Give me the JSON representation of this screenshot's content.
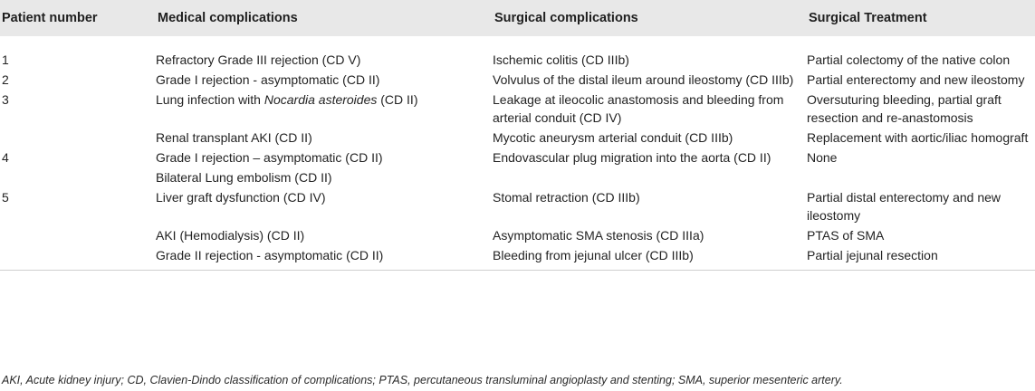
{
  "headers": {
    "patient": "Patient number",
    "medical": "Medical complications",
    "surgical": "Surgical complications",
    "treatment": "Surgical Treatment"
  },
  "rows": [
    {
      "patient": "1",
      "medical": "Refractory Grade III rejection (CD V)",
      "surgical": "Ischemic colitis (CD IIIb)",
      "treatment": "Partial colectomy of the native colon"
    },
    {
      "patient": "2",
      "medical": "Grade I rejection - asymptomatic (CD II)",
      "surgical": "Volvulus of the distal ileum around ileostomy (CD IIIb)",
      "treatment": "Partial enterectomy and new ileostomy"
    },
    {
      "patient": "3",
      "medical_pre": "Lung infection with ",
      "medical_italic": "Nocardia asteroides",
      "medical_post": " (CD II)",
      "surgical": "Leakage at ileocolic anastomosis and bleeding from arterial conduit (CD IV)",
      "treatment": "Oversuturing bleeding, partial graft resection and re-anastomosis"
    },
    {
      "patient": "",
      "medical": "Renal transplant AKI (CD II)",
      "surgical": "Mycotic aneurysm arterial conduit (CD IIIb)",
      "treatment": "Replacement with aortic/iliac homograft"
    },
    {
      "patient": "4",
      "medical": "Grade I rejection – asymptomatic (CD II)",
      "surgical": "Endovascular plug migration into the aorta (CD II)",
      "treatment": "None"
    },
    {
      "patient": "",
      "medical": "Bilateral Lung embolism (CD II)",
      "surgical": "",
      "treatment": ""
    },
    {
      "patient": "5",
      "medical": "Liver graft dysfunction (CD IV)",
      "surgical": "Stomal retraction (CD IIIb)",
      "treatment": "Partial distal enterectomy and new ileostomy"
    },
    {
      "patient": "",
      "medical": "AKI (Hemodialysis) (CD II)",
      "surgical": "Asymptomatic SMA stenosis (CD IIIa)",
      "treatment": "PTAS of SMA"
    },
    {
      "patient": "",
      "medical": "Grade II rejection - asymptomatic (CD II)",
      "surgical": "Bleeding from jejunal ulcer (CD IIIb)",
      "treatment": "Partial jejunal resection"
    }
  ],
  "footnote": "AKI, Acute kidney injury; CD, Clavien-Dindo classification of complications; PTAS, percutaneous transluminal angioplasty and stenting; SMA, superior mesenteric artery."
}
